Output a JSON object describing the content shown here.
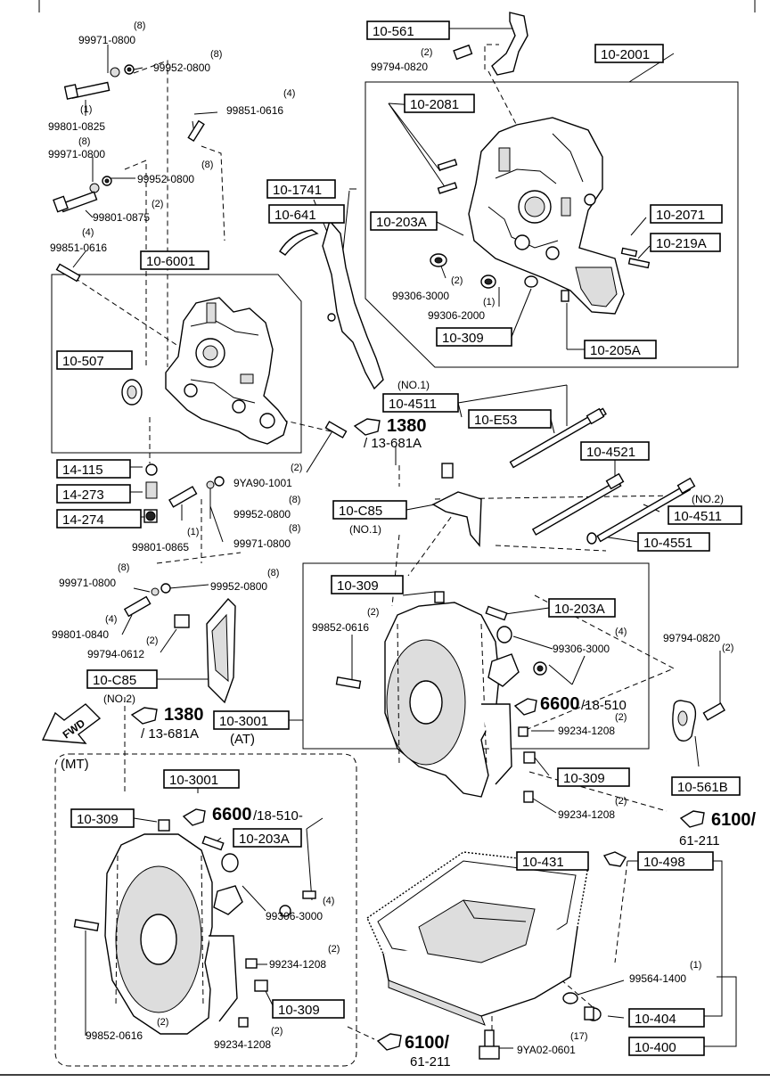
{
  "boxed_parts": {
    "b10_561": "10-561",
    "b10_2001": "10-2001",
    "b10_2081": "10-2081",
    "b10_1741": "10-1741",
    "b10_641": "10-641",
    "b10_203A_top": "10-203A",
    "b10_2071": "10-2071",
    "b10_219A": "10-219A",
    "b10_6001": "10-6001",
    "b10_507": "10-507",
    "b10_309_top": "10-309",
    "b10_205A": "10-205A",
    "b10_4511_a": "10-4511",
    "b10_E53": "10-E53",
    "b14_115": "14-115",
    "b14_273": "14-273",
    "b14_274": "14-274",
    "b10_4521": "10-4521",
    "b10_C85_a": "10-C85",
    "b10_4511_b": "10-4511",
    "b10_4551": "10-4551",
    "b10_309_mid": "10-309",
    "b10_203A_mid": "10-203A",
    "b10_C85_b": "10-C85",
    "b10_3001_at": "10-3001",
    "b10_309_mid2": "10-309",
    "b10_561B": "10-561B",
    "b10_3001_mt": "10-3001",
    "b10_309_mt": "10-309",
    "b10_203A_mt": "10-203A",
    "b10_431": "10-431",
    "b10_498": "10-498",
    "b10_309_mt2": "10-309",
    "b10_404": "10-404",
    "b10_400": "10-400"
  },
  "part_numbers": {
    "p99971_0800_a": "99971-0800",
    "q8_a": "(8)",
    "p99952_0800_a": "99952-0800",
    "q8_b": "(8)",
    "p99801_0825": "99801-0825",
    "q1_a": "(1)",
    "p99971_0800_b": "99971-0800",
    "q8_c": "(8)",
    "p99952_0800_b": "99952-0800",
    "q8_d": "(8)",
    "p99801_0875": "99801-0875",
    "q2_a": "(2)",
    "p99851_0616_a": "99851-0616",
    "q4_a": "(4)",
    "p99851_0616_b": "99851-0616",
    "q4_b": "(4)",
    "p99794_0820_a": "99794-0820",
    "q2_b": "(2)",
    "p99306_3000_a": "99306-3000",
    "q2_c": "(2)",
    "p99306_2000": "99306-2000",
    "q1_b": "(1)",
    "p9YA90_1001": "9YA90-1001",
    "q2_d": "(2)",
    "p99952_0800_c": "99952-0800",
    "q8_e": "(8)",
    "p99801_0865": "99801-0865",
    "q1_c": "(1)",
    "p99971_0800_c": "99971-0800",
    "q8_f": "(8)",
    "p99971_0800_d": "99971-0800",
    "q8_g": "(8)",
    "p99952_0800_d": "99952-0800",
    "q8_h": "(8)",
    "p99801_0840": "99801-0840",
    "q4_c": "(4)",
    "p99794_0612": "99794-0612",
    "q2_e": "(2)",
    "p99852_0616_a": "99852-0616",
    "q2_f": "(2)",
    "p99306_3000_b": "99306-3000",
    "q4_d": "(4)",
    "p99794_0820_b": "99794-0820",
    "q2_g": "(2)",
    "p99234_1208_a": "99234-1208",
    "q2_h": "(2)",
    "p99234_1208_b": "99234-1208",
    "q2_i": "(2)",
    "p99306_3000_c": "99306-3000",
    "q4_e": "(4)",
    "p99234_1208_c": "99234-1208",
    "q2_j": "(2)",
    "p99852_0616_b": "99852-0616",
    "q2_k": "(2)",
    "p99234_1208_d": "99234-1208",
    "q2_l": "(2)",
    "p99564_1400": "99564-1400",
    "q1_d": "(1)",
    "p9YA02_0601": "9YA02-0601",
    "q17": "(17)"
  },
  "notes": {
    "no1_a": "(NO.1)",
    "no1_b": "(NO.1)",
    "no2_a": "(NO.2)",
    "no2_b": "(NO.2)",
    "at": "(AT)",
    "mt": "(MT)",
    "fwd": "FWD"
  },
  "cross_refs": {
    "r1380_a": "1380",
    "r1380_a_sub": "/ 13-681A",
    "r1380_b": "1380",
    "r1380_b_sub": "/ 13-681A",
    "r6600_a": "6600",
    "r6600_a_sub": "/18-510",
    "r6600_b": "6600",
    "r6600_b_sub": "/18-510-",
    "r6100_a": "6100/",
    "r6100_a_sub": "61-211",
    "r6100_b": "6100/",
    "r6100_b_sub": "61-211"
  }
}
